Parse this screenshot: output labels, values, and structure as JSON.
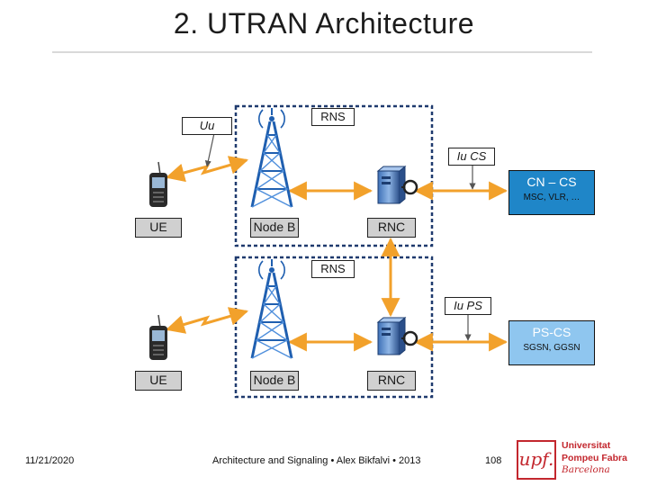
{
  "title": "2. UTRAN Architecture",
  "labels": {
    "uu": "Uu",
    "rns_top": "RNS",
    "rns_bottom": "RNS",
    "iu_cs": "Iu CS",
    "iu_ps": "Iu PS",
    "ue_top": "UE",
    "ue_bottom": "UE",
    "nodeb_top": "Node B",
    "nodeb_bottom": "Node B",
    "rnc_top": "RNC",
    "rnc_bottom": "RNC"
  },
  "cn_cs": {
    "title": "CN – CS",
    "subtitle": "MSC, VLR, …"
  },
  "ps_cs": {
    "title": "PS-CS",
    "subtitle": "SGSN, GGSN"
  },
  "footer": {
    "date": "11/21/2020",
    "credit": "Architecture and Signaling • Alex Bikfalvi • 2013",
    "page": "108"
  },
  "logo": {
    "mark": "upf.",
    "line1": "Universitat",
    "line2": "Pompeu Fabra",
    "line3": "Barcelona"
  },
  "colors": {
    "link": "#f2a12b",
    "rns_border": "#1f3a6e",
    "cn_cs": "#1f86c8",
    "ps_cs": "#8fc6ef",
    "tower": "#1f5fb0",
    "logo": "#c3272e"
  },
  "icons": [
    "cell-tower-icon",
    "mobile-phone-icon",
    "server-icon",
    "lightning-link-icon"
  ]
}
